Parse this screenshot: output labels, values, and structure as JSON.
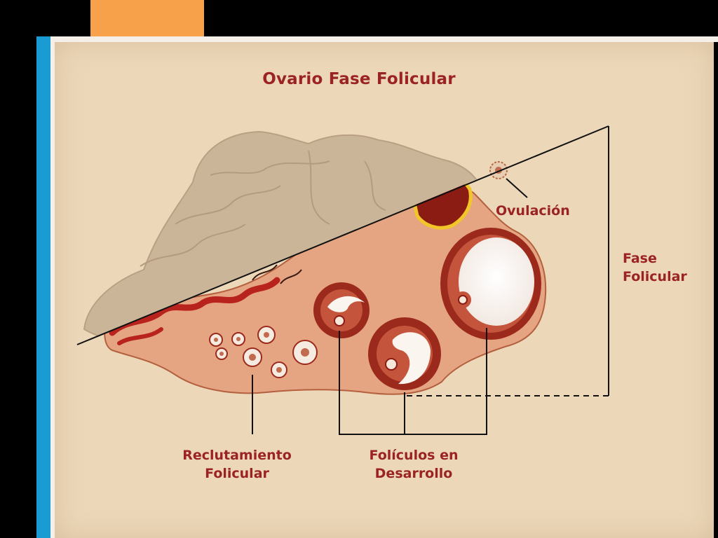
{
  "title": "Ovario Fase Folicular",
  "labels": {
    "ovulacion": "Ovulación",
    "fase_line1": "Fase",
    "fase_line2": "Folicular",
    "reclutamiento_line1": "Reclutamiento",
    "reclutamiento_line2": "Folicular",
    "foliculos_line1": "Folículos en",
    "foliculos_line2": "Desarrollo"
  },
  "colors": {
    "title_text": "#9b2323",
    "orange_tab": "#f7a14b",
    "blue_strip": "#1a9bd1",
    "panel": "#ecd8b9",
    "tissue": "#e6a582",
    "follicle_wall": "#9c2a1c"
  }
}
